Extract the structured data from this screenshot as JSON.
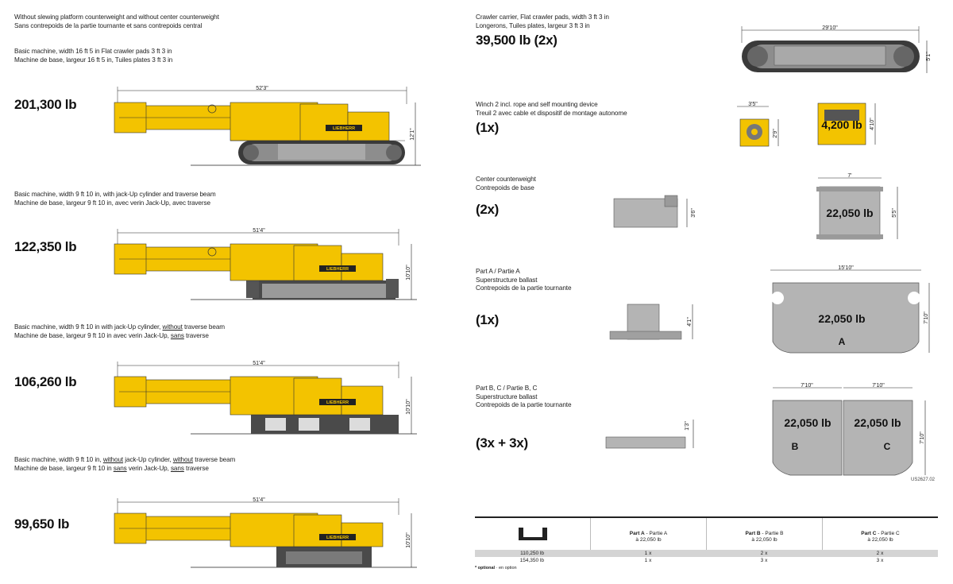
{
  "left": {
    "intro": {
      "line1": "Without slewing platform counterweight and without center counterweight",
      "line2": "Sans contrepoids de la partie tournante et sans contrepoids central"
    },
    "config1": {
      "en": "Basic machine, width 16 ft 5 in Flat crawler pads 3 ft 3 in",
      "fr": "Machine de base, largeur 16 ft 5 in, Tuiles plates 3 ft 3 in",
      "weight": "201,300 lb",
      "length": "52'3\"",
      "height": "12'1\""
    },
    "config2": {
      "en": "Basic machine, width 9 ft 10 in, with jack-Up cylinder and traverse beam",
      "fr": "Machine de base, largeur 9 ft 10 in, avec verin Jack-Up, avec traverse",
      "weight": "122,350 lb",
      "length": "51'4\"",
      "height": "10'10\""
    },
    "config3": {
      "en_pre": "Basic machine, width 9 ft 10 in with jack-Up cylinder, ",
      "en_u": "without",
      "en_post": " traverse beam",
      "fr_pre": "Machine de base, largeur 9 ft 10 in avec verin Jack-Up, ",
      "fr_u": "sans",
      "fr_post": " traverse",
      "weight": "106,260 lb",
      "length": "51'4\"",
      "height": "10'10\""
    },
    "config4": {
      "en_pre": "Basic machine, width 9 ft 10 in, ",
      "en_u1": "without",
      "en_mid": " jack-Up cylinder, ",
      "en_u2": "without",
      "en_post": " traverse beam",
      "fr_pre": "Machine de base, largeur 9 ft 10 in ",
      "fr_u1": "sans",
      "fr_mid": " verin Jack-Up, ",
      "fr_u2": "sans",
      "fr_post": " traverse",
      "weight": "99,650 lb",
      "length": "51'4\"",
      "height": "10'10\""
    }
  },
  "right": {
    "crawler": {
      "en": "Crawler carrier, Flat crawler pads, width 3 ft 3 in",
      "fr": "Longerons, Tuiles plates, largeur 3 ft 3 in",
      "weight": "39,500 lb (2x)",
      "length": "29'10\"",
      "height": "5'1\""
    },
    "winch": {
      "en": "Winch 2 incl. rope and self mounting device",
      "fr": "Treuil 2 avec cable et dispositif de montage autonome",
      "qty": "(1x)",
      "width": "3'5\"",
      "height1": "2'9\"",
      "height2": "4'10\"",
      "weight": "4,200 lb"
    },
    "center": {
      "en": "Center counterweight",
      "fr": "Contrepoids de base",
      "qty": "(2x)",
      "height1": "3'6\"",
      "width": "7'",
      "height2": "5'5\"",
      "weight": "22,050 lb"
    },
    "partA": {
      "l1": "Part A / Partie A",
      "l2": "Superstructure ballast",
      "l3": "Contrepoids de la partie tournante",
      "qty": "(1x)",
      "height1": "4'1\"",
      "width": "15'10\"",
      "height2": "7'10\"",
      "weight": "22,050 lb",
      "letter": "A"
    },
    "partBC": {
      "l1": "Part B, C / Partie B, C",
      "l2": "Superstructure ballast",
      "l3": "Contrepoids de la partie tournante",
      "qty": "(3x + 3x)",
      "height1": "1'3\"",
      "width_b": "7'10\"",
      "width_c": "7'10\"",
      "height2": "7'10\"",
      "weight_b": "22,050 lb",
      "weight_c": "22,050 lb",
      "letter_b": "B",
      "letter_c": "C"
    },
    "doc_code": "US2627.02"
  },
  "table": {
    "headers": [
      {
        "bold": "Part A",
        "rest": " - Partie A",
        "sub": "à 22,050 lb"
      },
      {
        "bold": "Part B",
        "rest": " - Partie B",
        "sub": "à 22,050 lb"
      },
      {
        "bold": "Part C",
        "rest": " - Partie C",
        "sub": "à 22,050 lb"
      }
    ],
    "rows": [
      {
        "total": "110,250 lb",
        "a": "1 x",
        "b": "2 x",
        "c": "2 x"
      },
      {
        "total": "154,350 lb",
        "a": "1 x",
        "b": "3 x",
        "c": "3 x"
      }
    ],
    "note_bold": "* optional",
    "note_rest": " · en option"
  },
  "colors": {
    "yellow": "#f3c300",
    "dark": "#333333",
    "gray": "#a9a9a9",
    "ballast": "#b4b4b4"
  }
}
